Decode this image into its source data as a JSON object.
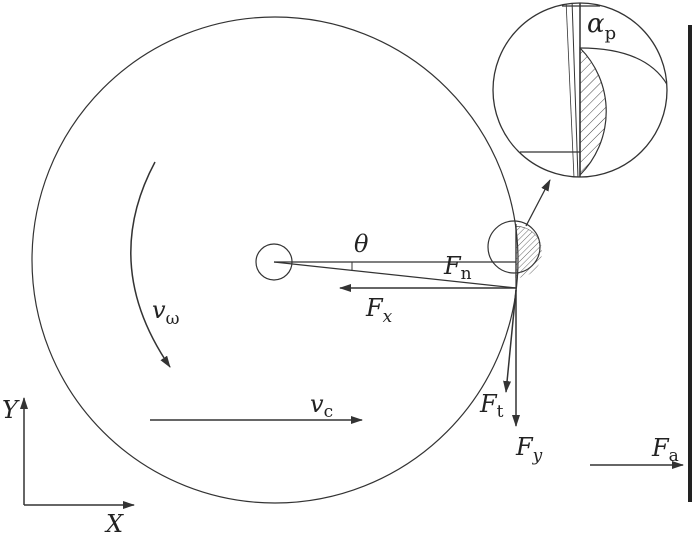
{
  "labels": {
    "v_omega": {
      "main": "v",
      "sub": "ω"
    },
    "v_c": {
      "main": "v",
      "sub": "c"
    },
    "theta": "θ",
    "F_n": {
      "main": "F",
      "sub": "n"
    },
    "F_x": {
      "main": "F",
      "sub": "x"
    },
    "F_t": {
      "main": "F",
      "sub": "t"
    },
    "F_y": {
      "main": "F",
      "sub": "y"
    },
    "F_a": {
      "main": "F",
      "sub": "a"
    },
    "alpha_p": {
      "main": "α",
      "sub": "p"
    },
    "axis_x": "X",
    "axis_y": "Y"
  },
  "colors": {
    "line": "#333333",
    "text": "#222222",
    "background": "#ffffff"
  }
}
